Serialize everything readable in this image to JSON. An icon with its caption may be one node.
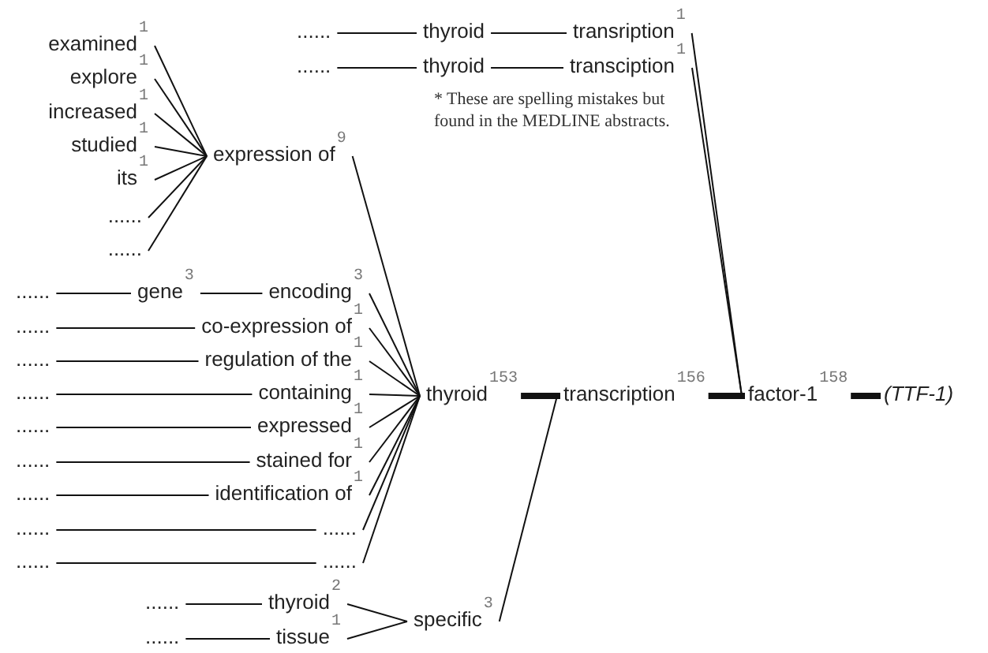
{
  "diagram": {
    "nodes": [
      {
        "text": [
          "......"
        ]
      },
      {
        "text": [
          "thyroid"
        ]
      },
      {
        "text": [
          "transription"
        ],
        "beside": [
          "1"
        ]
      },
      {
        "text": [
          "......"
        ]
      },
      {
        "text": [
          "thyroid"
        ]
      },
      {
        "text": [
          "transciption"
        ],
        "beside": [
          "1"
        ]
      },
      {
        "text": [
          "examined"
        ],
        "beside": [
          "1"
        ]
      },
      {
        "text": [
          "explore"
        ],
        "beside": [
          "1"
        ]
      },
      {
        "text": [
          "increased"
        ],
        "beside": [
          "1"
        ]
      },
      {
        "text": [
          "studied"
        ],
        "beside": [
          "1"
        ]
      },
      {
        "text": [
          "its"
        ],
        "beside": [
          "1"
        ]
      },
      {
        "text": [
          "......"
        ]
      },
      {
        "text": [
          "......"
        ]
      },
      {
        "text": [
          "expression of"
        ],
        "beside": [
          "9"
        ]
      },
      {
        "text": [
          "......"
        ]
      },
      {
        "text": [
          "gene"
        ],
        "beside": [
          "3"
        ]
      },
      {
        "text": [
          "encoding"
        ],
        "beside": [
          "3"
        ]
      },
      {
        "text": [
          "......"
        ]
      },
      {
        "text": [
          "co-expression of"
        ],
        "beside": [
          "1"
        ]
      },
      {
        "text": [
          "......"
        ]
      },
      {
        "text": [
          "regulation of the"
        ],
        "beside": [
          "1"
        ]
      },
      {
        "text": [
          "......"
        ]
      },
      {
        "text": [
          "containing"
        ],
        "beside": [
          "1"
        ]
      },
      {
        "text": [
          "......"
        ]
      },
      {
        "text": [
          "expressed"
        ],
        "beside": [
          "1"
        ]
      },
      {
        "text": [
          "......"
        ]
      },
      {
        "text": [
          "stained for"
        ],
        "beside": [
          "1"
        ]
      },
      {
        "text": [
          "......"
        ]
      },
      {
        "text": [
          "identification of"
        ],
        "beside": [
          "1"
        ]
      },
      {
        "text": [
          "......"
        ]
      },
      {
        "text": [
          "......"
        ]
      },
      {
        "text": [
          "......"
        ]
      },
      {
        "text": [
          "......"
        ]
      },
      {
        "text": [
          "thyroid"
        ],
        "beside": [
          "153"
        ]
      },
      {
        "text": [
          "transcription"
        ],
        "beside": [
          "156"
        ]
      },
      {
        "text": [
          "factor-1"
        ],
        "beside": [
          "158"
        ]
      },
      {
        "text": [
          "(TTF-1)"
        ]
      },
      {
        "text": [
          "......"
        ]
      },
      {
        "text": [
          "thyroid"
        ],
        "beside": [
          "2"
        ]
      },
      {
        "text": [
          "......"
        ]
      },
      {
        "text": [
          "tissue"
        ],
        "beside": [
          "1"
        ]
      },
      {
        "text": [
          "specific"
        ],
        "beside": [
          "3"
        ]
      }
    ],
    "edges": [
      {
        "from": 0,
        "to": 1,
        "arrow": "none"
      },
      {
        "from": 1,
        "to": 2,
        "arrow": "none"
      },
      {
        "from": 3,
        "to": 4,
        "arrow": "none"
      },
      {
        "from": 4,
        "to": 5,
        "arrow": "none"
      },
      {
        "from": 2,
        "to": 35,
        "arrow": "none"
      },
      {
        "from": 5,
        "to": 35,
        "arrow": "none"
      },
      {
        "from": 6,
        "to": 13,
        "arrow": "none"
      },
      {
        "from": 7,
        "to": 13,
        "arrow": "none"
      },
      {
        "from": 8,
        "to": 13,
        "arrow": "none"
      },
      {
        "from": 9,
        "to": 13,
        "arrow": "none"
      },
      {
        "from": 10,
        "to": 13,
        "arrow": "none"
      },
      {
        "from": 11,
        "to": 13,
        "arrow": "none"
      },
      {
        "from": 12,
        "to": 13,
        "arrow": "none"
      },
      {
        "from": 13,
        "to": 33,
        "arrow": "none"
      },
      {
        "from": 14,
        "to": 15,
        "arrow": "none"
      },
      {
        "from": 15,
        "to": 16,
        "arrow": "none"
      },
      {
        "from": 16,
        "to": 33,
        "arrow": "none"
      },
      {
        "from": 17,
        "to": 18,
        "arrow": "none"
      },
      {
        "from": 18,
        "to": 33,
        "arrow": "none"
      },
      {
        "from": 19,
        "to": 20,
        "arrow": "none"
      },
      {
        "from": 20,
        "to": 33,
        "arrow": "none"
      },
      {
        "from": 21,
        "to": 22,
        "arrow": "none"
      },
      {
        "from": 22,
        "to": 33,
        "arrow": "none"
      },
      {
        "from": 23,
        "to": 24,
        "arrow": "none"
      },
      {
        "from": 24,
        "to": 33,
        "arrow": "none"
      },
      {
        "from": 25,
        "to": 26,
        "arrow": "none"
      },
      {
        "from": 26,
        "to": 33,
        "arrow": "none"
      },
      {
        "from": 27,
        "to": 28,
        "arrow": "none"
      },
      {
        "from": 28,
        "to": 33,
        "arrow": "none"
      },
      {
        "from": 29,
        "to": 30,
        "arrow": "none"
      },
      {
        "from": 30,
        "to": 33,
        "arrow": "none"
      },
      {
        "from": 31,
        "to": 32,
        "arrow": "none"
      },
      {
        "from": 32,
        "to": 33,
        "arrow": "none"
      },
      {
        "from": 33,
        "to": 34,
        "arrow": "none",
        "style": "thick"
      },
      {
        "from": 34,
        "to": 35,
        "arrow": "none",
        "style": "thick"
      },
      {
        "from": 35,
        "to": 36,
        "arrow": "none",
        "style": "thick"
      },
      {
        "from": 37,
        "to": 38,
        "arrow": "none"
      },
      {
        "from": 39,
        "to": 40,
        "arrow": "none"
      },
      {
        "from": 38,
        "to": 41,
        "arrow": "none"
      },
      {
        "from": 40,
        "to": 41,
        "arrow": "none"
      },
      {
        "from": 41,
        "to": 34,
        "arrow": "none"
      }
    ],
    "labels": [
      "* These are spelling mistakes but found in the MEDLINE abstracts."
    ]
  }
}
